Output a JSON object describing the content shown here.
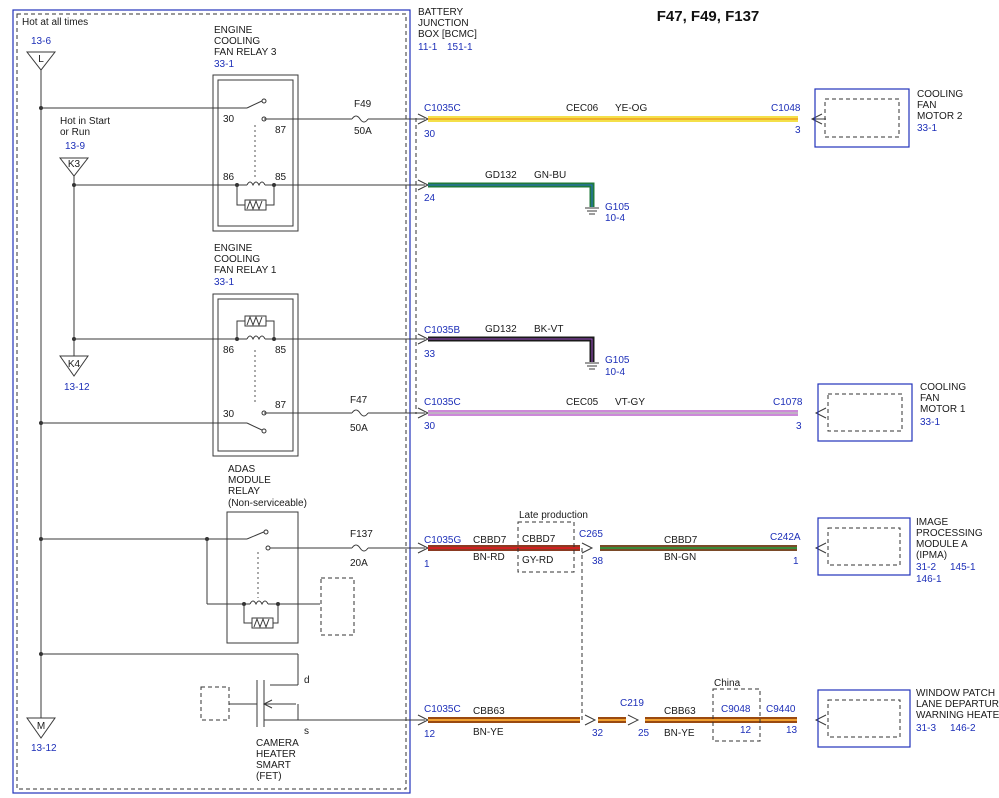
{
  "title": "F47, F49, F137",
  "bjb": {
    "name_lines": [
      "BATTERY",
      "JUNCTION",
      "BOX [BCMC]"
    ],
    "refs": [
      "11-1",
      "151-1"
    ]
  },
  "power": {
    "hot_all_times": "Hot at all times",
    "ref_top": "13-6",
    "L_label": "L",
    "hot_start_run_lines": [
      "Hot in Start",
      "or Run"
    ],
    "ref_k3": "13-9",
    "K3_label": "K3",
    "K4_label": "K4",
    "ref_k4": "13-12",
    "M_label": "M",
    "ref_m": "13-12"
  },
  "relays": {
    "r3": {
      "name_lines": [
        "ENGINE",
        "COOLING",
        "FAN RELAY 3"
      ],
      "ref": "33-1",
      "pins": [
        "30",
        "87",
        "86",
        "85"
      ]
    },
    "r1": {
      "name_lines": [
        "ENGINE",
        "COOLING",
        "FAN RELAY 1"
      ],
      "ref": "33-1",
      "pins": [
        "86",
        "85",
        "30",
        "87"
      ]
    },
    "adas": {
      "name_lines": [
        "ADAS",
        "MODULE",
        "RELAY",
        "(Non-serviceable)"
      ]
    },
    "fet": {
      "name_lines": [
        "CAMERA",
        "HEATER",
        "SMART",
        "(FET)"
      ],
      "d": "d",
      "s": "s"
    }
  },
  "fuses": {
    "f49": {
      "name": "F49",
      "rating": "50A"
    },
    "f47": {
      "name": "F47",
      "rating": "50A"
    },
    "f137": {
      "name": "F137",
      "rating": "20A"
    }
  },
  "circuits": {
    "c1": {
      "conn": "C1035C",
      "pin": "30",
      "circuit": "CEC06",
      "color": "YE-OG",
      "end_conn": "C1048",
      "end_pin": "3"
    },
    "c2": {
      "pin": "24",
      "circuit": "GD132",
      "color": "GN-BU",
      "ground": "G105",
      "ground_ref": "10-4"
    },
    "c3": {
      "conn": "C1035B",
      "pin": "33",
      "circuit": "GD132",
      "color": "BK-VT",
      "ground": "G105",
      "ground_ref": "10-4"
    },
    "c4": {
      "conn": "C1035C",
      "pin": "30",
      "circuit": "CEC05",
      "color": "VT-GY",
      "end_conn": "C1078",
      "end_pin": "3"
    },
    "c5": {
      "conn": "C1035G",
      "pin": "1",
      "circuit": "CBBD7",
      "color": "BN-RD",
      "late_label": "Late production",
      "late_circuit": "CBBD7",
      "late_color": "GY-RD",
      "inline_conn": "C265",
      "inline_pin": "38",
      "circuit2": "CBBD7",
      "color2": "BN-GN",
      "end_conn": "C242A",
      "end_pin": "1"
    },
    "c6": {
      "conn": "C1035C",
      "pin": "12",
      "circuit": "CBB63",
      "color": "BN-YE",
      "inline_pin_a": "32",
      "inline_conn": "C219",
      "inline_pin_b": "25",
      "circuit2": "CBB63",
      "color2": "BN-YE",
      "china_label": "China",
      "china_conn": "C9048",
      "china_pin": "12",
      "end_conn": "C9440",
      "end_pin": "13"
    }
  },
  "components": {
    "m2": {
      "name_lines": [
        "COOLING",
        "FAN",
        "MOTOR 2"
      ],
      "ref": "33-1"
    },
    "m1": {
      "name_lines": [
        "COOLING",
        "FAN",
        "MOTOR 1"
      ],
      "ref": "33-1"
    },
    "ipma": {
      "name_lines": [
        "IMAGE",
        "PROCESSING",
        "MODULE A",
        "(IPMA)"
      ],
      "refs": [
        "31-2",
        "145-1",
        "146-1"
      ]
    },
    "heater": {
      "name_lines": [
        "WINDOW PATCH",
        "LANE DEPARTURE",
        "WARNING HEATER"
      ],
      "refs": [
        "31-3",
        "146-2"
      ]
    }
  },
  "colors": {
    "ye_og_1": "#f4e04a",
    "ye_og_2": "#f0a020",
    "gn_bu_1": "#1f7a3a",
    "gn_bu_2": "#2a6ed0",
    "bk_vt_1": "#1a1a1a",
    "bk_vt_2": "#a050c8",
    "vt_gy_1": "#cc88d8",
    "vt_gy_2": "#bdbdbd",
    "bn_rd_1": "#8a3a22",
    "bn_rd_2": "#d02020",
    "bn_gn_1": "#7a4a28",
    "bn_gn_2": "#3a8a3a",
    "bn_ye_1": "#9a4a10",
    "bn_ye_2": "#f0a030",
    "component_blue": "#2233bb"
  }
}
